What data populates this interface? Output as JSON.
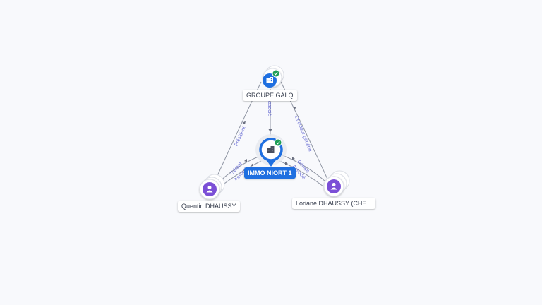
{
  "nodes": {
    "groupe": {
      "label": "GROUPE GALQ",
      "type": "company",
      "verified": true
    },
    "immo": {
      "label": "IMMO NIORT 1",
      "type": "company",
      "verified": true
    },
    "quentin": {
      "label": "Quentin DHAUSSY",
      "type": "person"
    },
    "loriane": {
      "label": "Loriane DHAUSSY (CHE...",
      "type": "person"
    }
  },
  "edges": {
    "groupe_immo": "Associé",
    "quentin_groupe": "Président",
    "loriane_groupe": "Directeur général",
    "quentin_immo_1": "Gérant",
    "quentin_immo_2": "Associé",
    "loriane_immo_1": "Gérant",
    "loriane_immo_2": "Associé"
  },
  "colors": {
    "company": "#1f6fe0",
    "person": "#7b4fd6",
    "verified": "#1e9e57",
    "edge_label": "#6b6fd4"
  },
  "icons": {
    "company": "building-icon",
    "person": "person-icon",
    "verified": "check-badge-icon"
  }
}
